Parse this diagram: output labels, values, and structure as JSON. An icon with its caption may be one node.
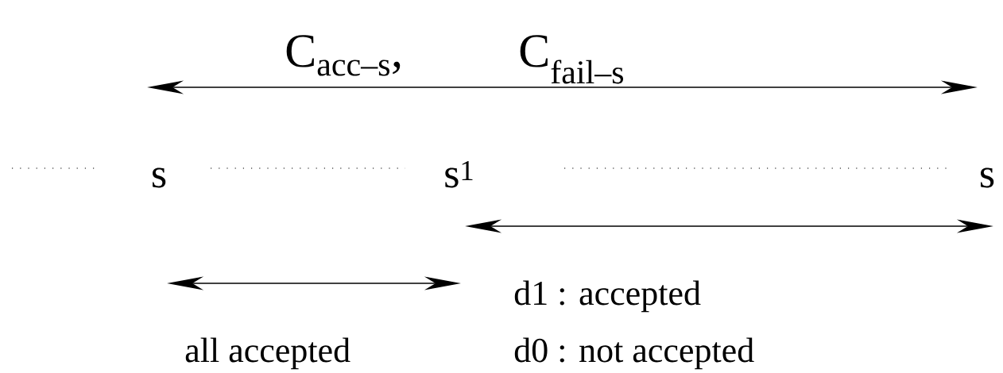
{
  "diagram": {
    "labels": [
      "C$_{acc–s}$,",
      "C$_{fail–s}$",
      "s",
      "s$^{1}$",
      "s",
      "d1 : accepted",
      "all accepted",
      "d0 : not accepted"
    ]
  }
}
